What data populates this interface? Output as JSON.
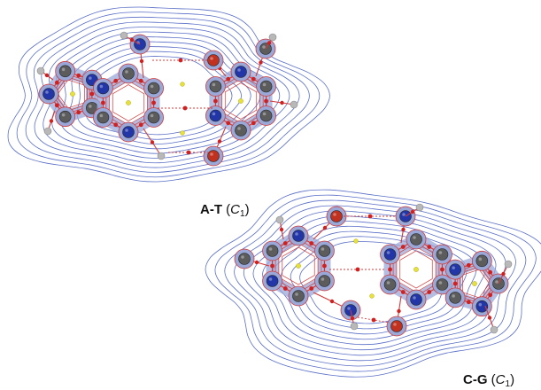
{
  "panels": [
    {
      "id": "at",
      "label_bold": "A-T",
      "label_open": " (",
      "label_italic": "C",
      "label_sub": "1",
      "label_close": ")"
    },
    {
      "id": "cg",
      "label_bold": "C-G",
      "label_open": " (",
      "label_italic": "C",
      "label_sub": "1",
      "label_close": ")"
    }
  ],
  "colors": {
    "outer_contour": "#5a6fc7",
    "inner_contour": "#d23a3a",
    "basin_fill": "#9aa8d8",
    "carbon_atom": "#5c5c5c",
    "nitrogen_atom": "#2336a8",
    "oxygen_atom": "#c0311f",
    "hydrogen_atom": "#b8b8b8",
    "bond_critical_point": "#d02020",
    "ring_critical_point": "#e6e23a"
  }
}
